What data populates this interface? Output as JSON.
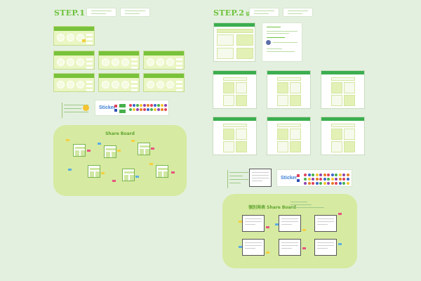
{
  "step1": {
    "title": "STEP.1",
    "subtitle": "個人"
  },
  "step2": {
    "title": "STEP.2",
    "subtitle": "協働"
  },
  "boards": {
    "share_board": "Share Board",
    "step2_share_board": "個別発表 Share Board"
  },
  "sticker": {
    "label": "Sticker"
  },
  "colors": {
    "background": "#e4f0df",
    "step_title": "#6cc23b",
    "table_header": "#79c23b",
    "card_header": "#3cae4f",
    "board_bg": "#d6eaa1",
    "sticker_label": "#3d7fd6"
  },
  "sticker_colors": [
    "#e2415b",
    "#3a64c9",
    "#48b04c",
    "#f4c430",
    "#8e44ad",
    "#e67e22"
  ],
  "icons": [
    "smile-icon",
    "sticker-icon",
    "note-icon"
  ]
}
